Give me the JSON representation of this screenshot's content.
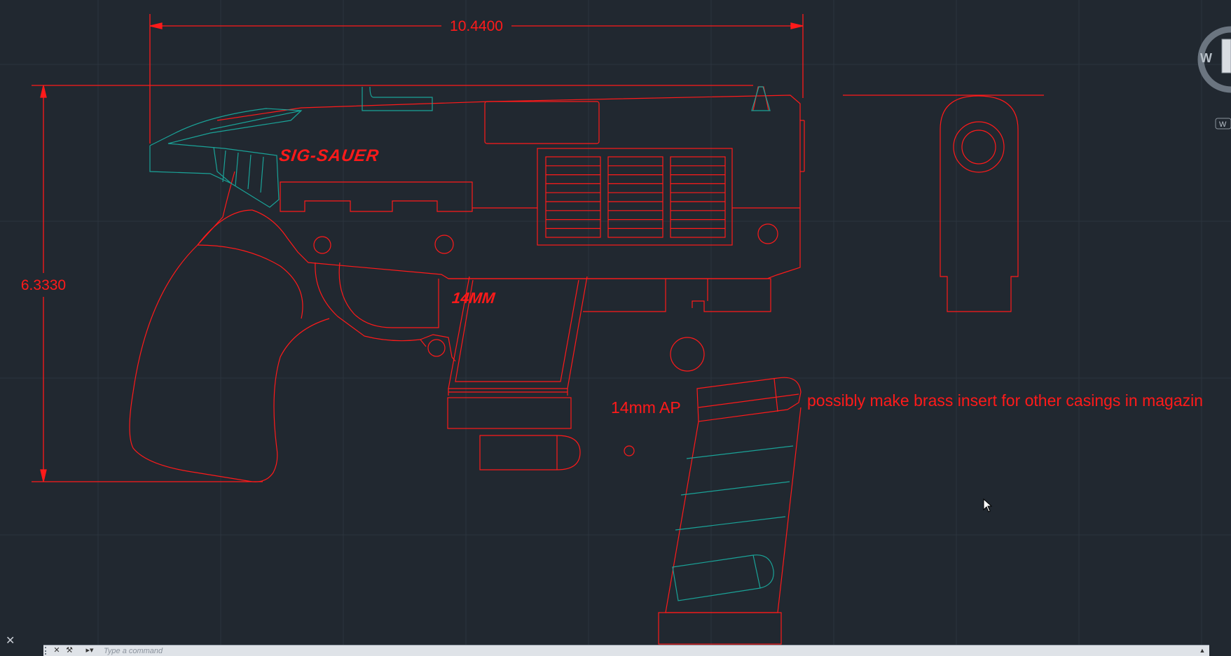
{
  "drawing": {
    "dimensions": {
      "width_value": "10.4400",
      "height_value": "6.3330"
    },
    "labels": {
      "brand": "SIG-SAUER",
      "caliber": "14MM",
      "ammo": "14mm AP",
      "note": "possibly make brass insert for other casings in magazin"
    },
    "viewcube": {
      "face_label": "W",
      "wcs_label": "W"
    }
  },
  "command_line": {
    "placeholder": "Type a command"
  },
  "colors": {
    "background": "#212830",
    "grid": "#2c343e",
    "geometry": "#ff1a1a",
    "accent": "#1aa398"
  }
}
